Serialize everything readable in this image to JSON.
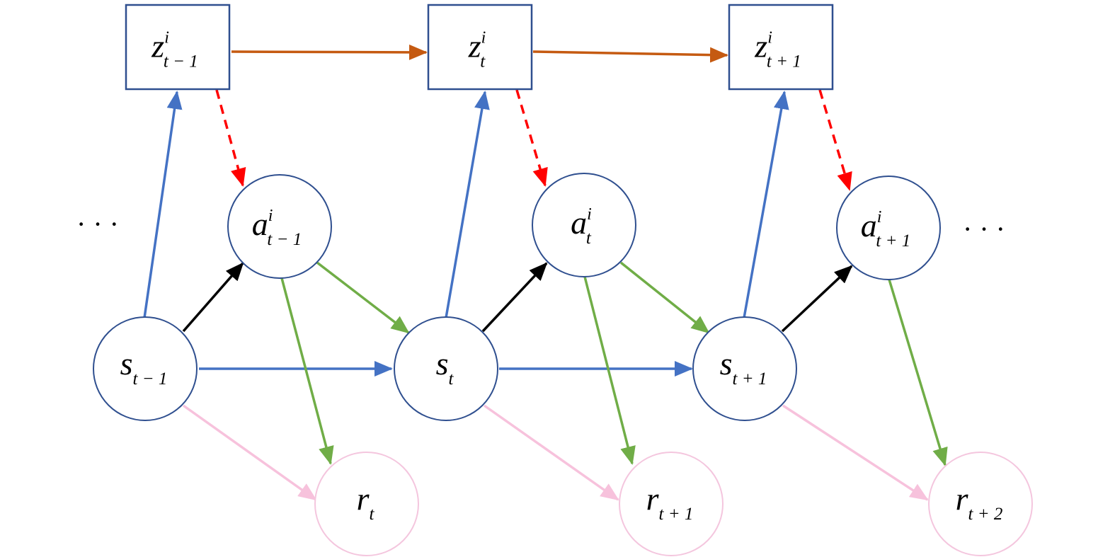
{
  "colors": {
    "node_border": "#2f4f8f",
    "reward_border": "#f4c6de",
    "latent_edge": "#c55a11",
    "state_edge": "#4472c4",
    "policy_edge": "#000000",
    "action_edge": "#70ad47",
    "inference_edge": "#ff0000",
    "reward_edge": "#f7c2dc"
  },
  "latent_nodes": [
    {
      "base": "z",
      "sup": "i",
      "sub": "t − 1"
    },
    {
      "base": "z",
      "sup": "i",
      "sub": "t"
    },
    {
      "base": "z",
      "sup": "i",
      "sub": "t + 1"
    }
  ],
  "action_nodes": [
    {
      "base": "a",
      "sup": "i",
      "sub": "t − 1"
    },
    {
      "base": "a",
      "sup": "i",
      "sub": "t"
    },
    {
      "base": "a",
      "sup": "i",
      "sub": "t + 1"
    }
  ],
  "state_nodes": [
    {
      "base": "s",
      "sub": "t − 1"
    },
    {
      "base": "s",
      "sub": "t"
    },
    {
      "base": "s",
      "sub": "t + 1"
    }
  ],
  "reward_nodes": [
    {
      "base": "r",
      "sub": "t"
    },
    {
      "base": "r",
      "sub": "t + 1"
    },
    {
      "base": "r",
      "sub": "t + 2"
    }
  ],
  "ellipsis": "· · ·"
}
